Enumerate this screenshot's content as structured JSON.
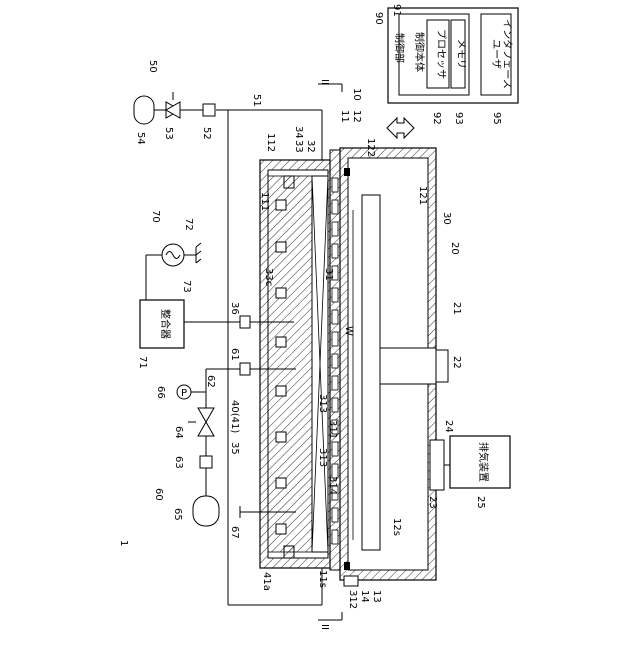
{
  "figure_number": "1",
  "section_marks": {
    "top": "II",
    "bottom": "II"
  },
  "control_unit": {
    "ref": "90",
    "main_ref": "91",
    "main_label": "制御本体",
    "label": "制御部",
    "processor_label": "プロセッサ",
    "processor_ref": "92",
    "memory_label": "メモリ",
    "memory_ref": "93",
    "ui_label_line1": "ユーザ",
    "ui_label_line2": "インタフェース",
    "ui_ref": "95"
  },
  "matcher_label": "整合器",
  "exhaust_label": "排気装置",
  "pump_symbol": "P",
  "refs": {
    "r10": "10",
    "r11": "11",
    "r12": "12",
    "r13": "13",
    "r14": "14",
    "r11s": "11s",
    "r12s": "12s",
    "r20": "20",
    "r21": "21",
    "r22": "22",
    "r23": "23",
    "r24": "24",
    "r25": "25",
    "r30": "30",
    "r31": "31",
    "r311": "311",
    "r312": "312",
    "r313a": "313",
    "r313b": "313",
    "r314": "314",
    "r32": "32",
    "r33": "33",
    "r33c": "33c",
    "r34": "34",
    "r35": "35",
    "r36": "36",
    "r40": "40(41)",
    "r41a": "41a",
    "r50": "50",
    "r51": "51",
    "r52": "52",
    "r53": "53",
    "r54": "54",
    "r60": "60",
    "r61": "61",
    "r62": "62",
    "r63": "63",
    "r64": "64",
    "r65": "65",
    "r66": "66",
    "r67": "67",
    "r70": "70",
    "r71": "71",
    "r72": "72",
    "r73": "73",
    "r111": "111",
    "r112": "112",
    "r121": "121",
    "r122": "122",
    "rW": "W"
  }
}
